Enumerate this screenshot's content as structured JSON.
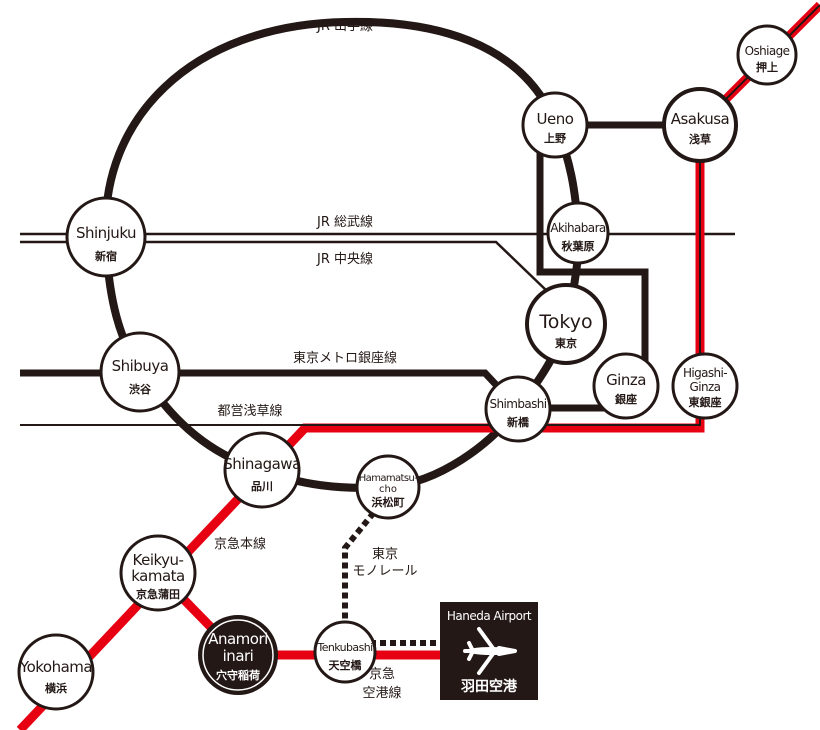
{
  "colors": {
    "line_black": "#231815",
    "keikyu_red": "#e60012",
    "background": "#ffffff"
  },
  "lines": {
    "yamanote": "JR 山手線",
    "sobu": "JR 総武線",
    "chuo": "JR 中央線",
    "ginza": "東京メトロ銀座線",
    "asakusa": "都営浅草線",
    "keikyu_main": "京急本線",
    "monorail": [
      "東京",
      "モノレール"
    ],
    "keikyu_airport": [
      "京急",
      "空港線"
    ]
  },
  "stations": {
    "oshiage": {
      "en": "Oshiage",
      "jp": "押上"
    },
    "asakusa": {
      "en": "Asakusa",
      "jp": "浅草"
    },
    "ueno": {
      "en": "Ueno",
      "jp": "上野"
    },
    "akihabara": {
      "en": "Akihabara",
      "jp": "秋葉原"
    },
    "shinjuku": {
      "en": "Shinjuku",
      "jp": "新宿"
    },
    "tokyo": {
      "en": "Tokyo",
      "jp": "東京"
    },
    "shibuya": {
      "en": "Shibuya",
      "jp": "渋谷"
    },
    "ginza": {
      "en": "Ginza",
      "jp": "銀座"
    },
    "higashi_ginza": {
      "en": [
        "Higashi-",
        "Ginza"
      ],
      "jp": "東銀座"
    },
    "shimbashi": {
      "en": "Shimbashi",
      "jp": "新橋"
    },
    "shinagawa": {
      "en": "Shinagawa",
      "jp": "品川"
    },
    "hamamatsucho": {
      "en": [
        "Hamamatsu-",
        "cho"
      ],
      "jp": "浜松町"
    },
    "keikyu_kamata": {
      "en": [
        "Keikyu-",
        "kamata"
      ],
      "jp": "京急蒲田"
    },
    "yokohama": {
      "en": "Yokohama",
      "jp": "横浜"
    },
    "anamori_inari": {
      "en": [
        "Anamori",
        "inari"
      ],
      "jp": "穴守稲荷"
    },
    "tenkubashi": {
      "en": "Tenkubashi",
      "jp": "天空橋"
    },
    "haneda": {
      "en": "Haneda Airport",
      "jp": "羽田空港",
      "icon": "airplane-icon"
    }
  }
}
